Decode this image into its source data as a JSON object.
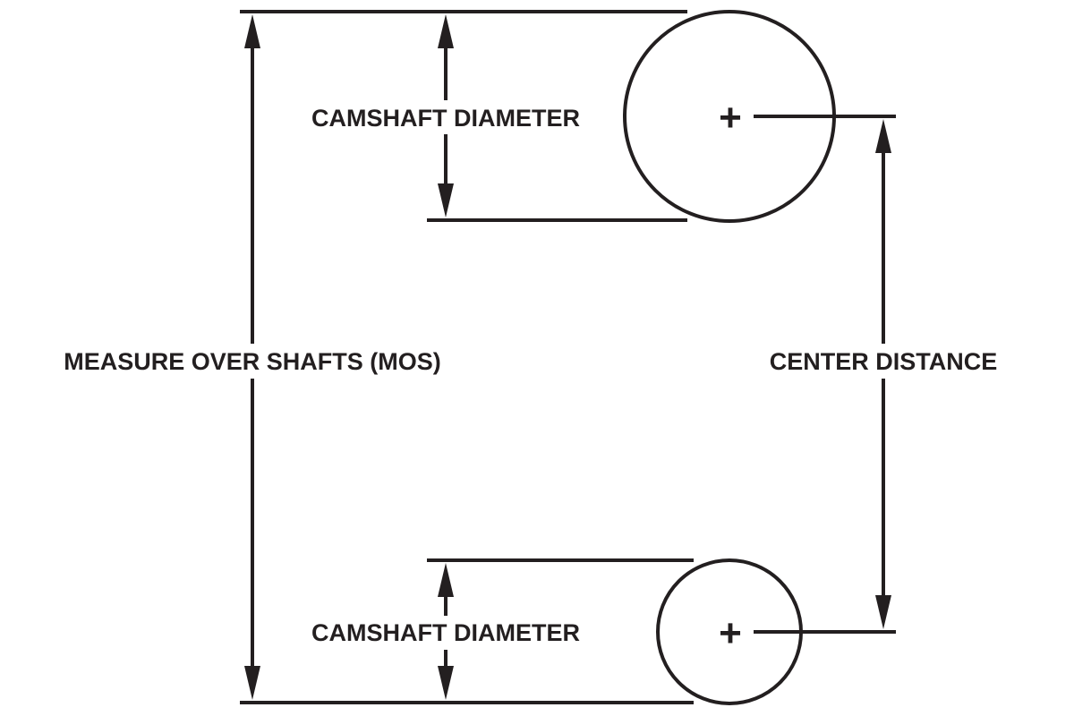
{
  "labels": {
    "camshaft_diameter_top": "CAMSHAFT DIAMETER",
    "camshaft_diameter_bottom": "CAMSHAFT DIAMETER",
    "measure_over_shafts": "MEASURE OVER SHAFTS (MOS)",
    "center_distance": "CENTER DISTANCE"
  },
  "center_marks": {
    "top": "+",
    "bottom": "+"
  },
  "colors": {
    "ink": "#231f20",
    "background": "#ffffff"
  }
}
